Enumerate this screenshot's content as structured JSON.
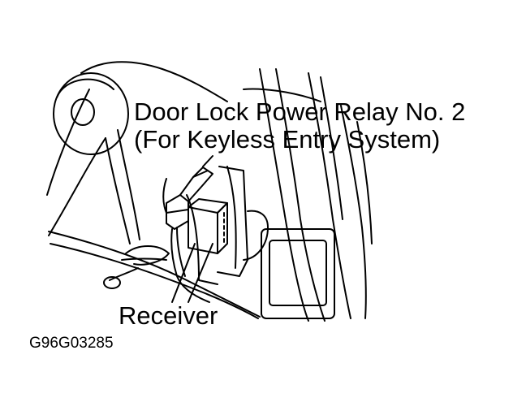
{
  "diagram": {
    "callouts": {
      "relay_line1": "Door Lock Power Relay No. 2",
      "relay_line2": "(For Keyless Entry System)",
      "receiver": "Receiver"
    },
    "figure_code": "G96G03285"
  },
  "colors": {
    "line": "#000000",
    "background": "#ffffff"
  }
}
